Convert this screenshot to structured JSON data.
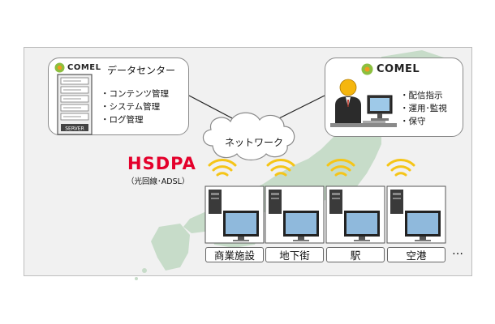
{
  "data_center": {
    "brand": "COMEL",
    "heading": "データセンター",
    "server_label": "SERVER",
    "items": [
      "コンテンツ管理",
      "システム管理",
      "ログ管理"
    ]
  },
  "operator": {
    "brand": "COMEL",
    "items": [
      "配信指示",
      "運用･監視",
      "保守"
    ]
  },
  "network": {
    "label": "ネットワーク"
  },
  "hsdpa": {
    "title": "HSDPA",
    "subtitle": "（光回線･ADSL）"
  },
  "locations": [
    "商業施設",
    "地下街",
    "駅",
    "空港"
  ],
  "ellipsis": "…",
  "colors": {
    "hsdpa_red": "#e4002b",
    "map_green": "#c7dcc9",
    "signal_yellow": "#f5c518",
    "logo_green": "#8cbf3f",
    "logo_orange": "#f29a1f"
  }
}
